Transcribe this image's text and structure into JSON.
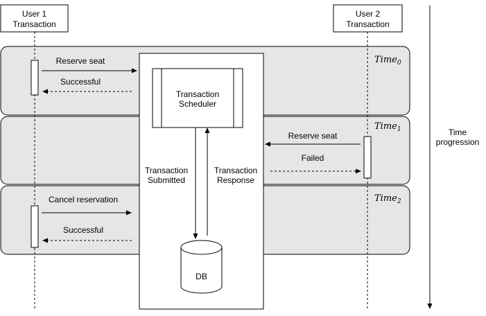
{
  "actors": {
    "user1": {
      "line1": "User 1",
      "line2": "Transaction"
    },
    "user2": {
      "line1": "User 2",
      "line2": "Transaction"
    }
  },
  "time_axis": {
    "line1": "Time",
    "line2": "progression"
  },
  "bands": [
    {
      "label": "Time",
      "sub": "0"
    },
    {
      "label": "Time",
      "sub": "1"
    },
    {
      "label": "Time",
      "sub": "2"
    }
  ],
  "messages": {
    "reserve_seat_1": "Reserve seat",
    "successful_1": "Successful",
    "reserve_seat_2": "Reserve seat",
    "failed": "Failed",
    "cancel_reservation": "Cancel reservation",
    "successful_2": "Successful"
  },
  "scheduler": {
    "line1": "Transaction",
    "line2": "Scheduler"
  },
  "submitted": {
    "line1": "Transaction",
    "line2": "Submitted"
  },
  "response": {
    "line1": "Transaction",
    "line2": "Response"
  },
  "db": {
    "label": "DB"
  }
}
